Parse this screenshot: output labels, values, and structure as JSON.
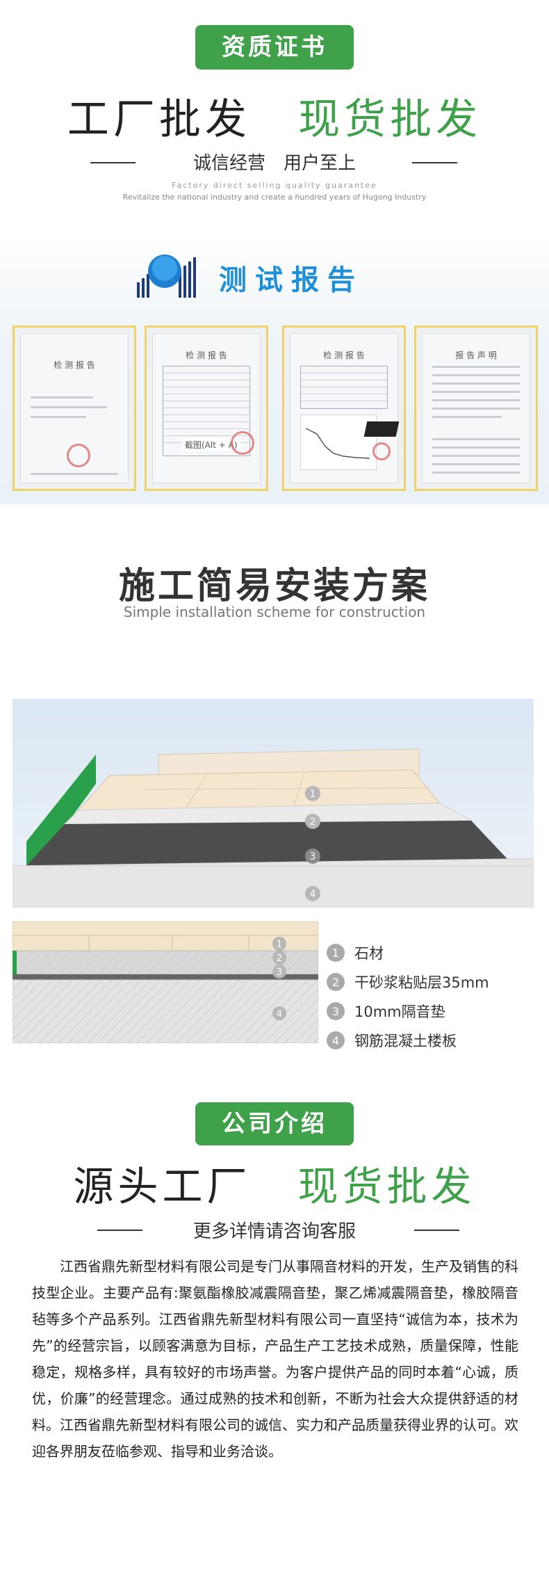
{
  "section1": {
    "badge": "资质证书",
    "headline_black": "工厂批发",
    "headline_green": "现货批发",
    "tagline": "诚信经营　用户至上",
    "en_line1": "Factory direct selling quality guarantee",
    "en_line2": "Revitalize the national industry and create a hundred years of Hugong Industry"
  },
  "report": {
    "title": "测试报告",
    "cert1_title": "检 测 报 告",
    "cert2_title": "检 测 报 告",
    "cert2_stamp": "截图(Alt + A)",
    "cert3_title": "检 测 报 告",
    "cert4_title": "报 告 声 明"
  },
  "install": {
    "title": "施工简易安装方案",
    "subtitle": "Simple installation scheme for construction",
    "layers": [
      "1",
      "2",
      "3",
      "4"
    ],
    "legend": [
      {
        "num": "1",
        "label": "石材"
      },
      {
        "num": "2",
        "label": "干砂浆粘贴层35mm"
      },
      {
        "num": "3",
        "label": "10mm隔音垫"
      },
      {
        "num": "4",
        "label": "钢筋混凝土楼板"
      }
    ]
  },
  "company": {
    "badge": "公司介绍",
    "headline_black": "源头工厂",
    "headline_green": "现货批发",
    "tagline": "更多详情请咨询客服",
    "paragraph": "江西省鼎先新型材料有限公司是专门从事隔音材料的开发，生产及销售的科技型企业。主要产品有:聚氨酯橡胶减震隔音垫，聚乙烯减震隔音垫，橡胶隔音毡等多个产品系列。江西省鼎先新型材料有限公司一直坚持“诚信为本，技术为先”的经营宗旨，以顾客满意为目标，产品生产工艺技术成熟，质量保障，性能稳定，规格多样，具有较好的市场声誉。为客户提供产品的同时本着“心诚，质优，价廉”的经营理念。通过成熟的技术和创新，不断为社会大众提供舒适的材料。江西省鼎先新型材料有限公司的诚信、实力和产品质量获得业界的认可。欢迎各界朋友莅临参观、指导和业务洽谈。"
  }
}
